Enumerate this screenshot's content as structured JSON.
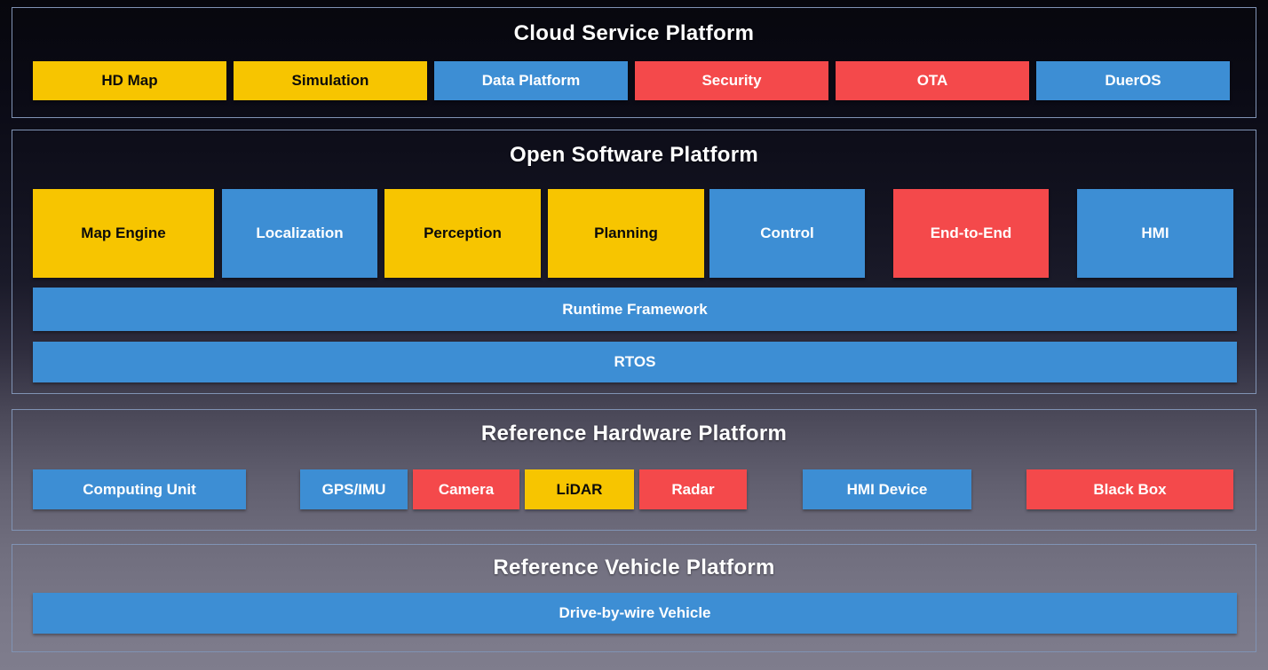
{
  "palette": {
    "yellow": "#F7C500",
    "blue": "#3D8ED4",
    "red": "#F4494B",
    "border": "#8093B4",
    "bg-top": "#07070D",
    "bg-bottom": "#7F7D8D"
  },
  "sections": [
    {
      "id": "cloud-service-platform",
      "title": "Cloud Service Platform",
      "boxes": [
        {
          "label": "HD Map",
          "color": "yellow"
        },
        {
          "label": "Simulation",
          "color": "yellow"
        },
        {
          "label": "Data Platform",
          "color": "blue"
        },
        {
          "label": "Security",
          "color": "red"
        },
        {
          "label": "OTA",
          "color": "red"
        },
        {
          "label": "DuerOS",
          "color": "blue"
        }
      ]
    },
    {
      "id": "open-software-platform",
      "title": "Open Software Platform",
      "boxes": [
        {
          "label": "Map Engine",
          "color": "yellow"
        },
        {
          "label": "Localization",
          "color": "blue"
        },
        {
          "label": "Perception",
          "color": "yellow"
        },
        {
          "label": "Planning",
          "color": "yellow"
        },
        {
          "label": "Control",
          "color": "blue"
        },
        {
          "label": "End-to-End",
          "color": "red"
        },
        {
          "label": "HMI",
          "color": "blue"
        }
      ],
      "bars": [
        {
          "label": "Runtime Framework",
          "color": "blue"
        },
        {
          "label": "RTOS",
          "color": "blue"
        }
      ]
    },
    {
      "id": "reference-hardware-platform",
      "title": "Reference Hardware Platform",
      "boxes": [
        {
          "label": "Computing Unit",
          "color": "blue"
        },
        {
          "label": "GPS/IMU",
          "color": "blue"
        },
        {
          "label": "Camera",
          "color": "red"
        },
        {
          "label": "LiDAR",
          "color": "yellow"
        },
        {
          "label": "Radar",
          "color": "red"
        },
        {
          "label": "HMI Device",
          "color": "blue"
        },
        {
          "label": "Black Box",
          "color": "red"
        }
      ]
    },
    {
      "id": "reference-vehicle-platform",
      "title": "Reference Vehicle Platform",
      "bars": [
        {
          "label": "Drive-by-wire Vehicle",
          "color": "blue"
        }
      ]
    }
  ]
}
